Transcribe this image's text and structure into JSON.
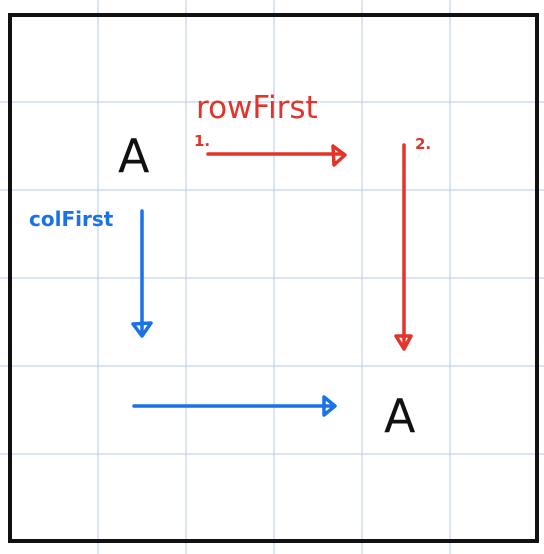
{
  "colors": {
    "grid": "#b9c9e3",
    "border": "#111111",
    "text": "#111111",
    "red": "#e2342a",
    "blue": "#1a72e8"
  },
  "nodes": {
    "start": "A",
    "end": "A"
  },
  "row_first": {
    "label": "rowFirst",
    "step1": "1.",
    "step2": "2."
  },
  "col_first": {
    "label": "colFirst"
  }
}
